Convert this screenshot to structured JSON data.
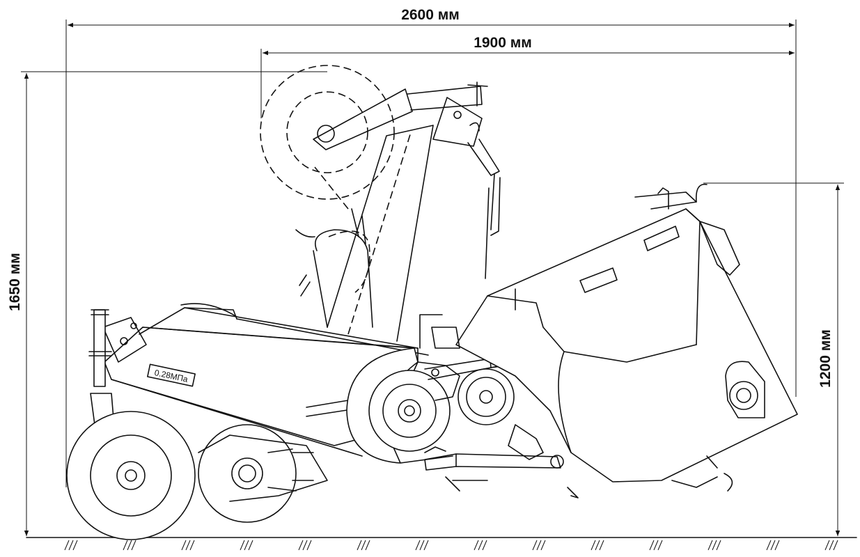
{
  "dimensions": {
    "overall_length": "2600 мм",
    "frame_length": "1900 мм",
    "overall_height": "1650 мм",
    "transport_height": "1200 мм"
  },
  "pressure_plate": "0.28МПа"
}
